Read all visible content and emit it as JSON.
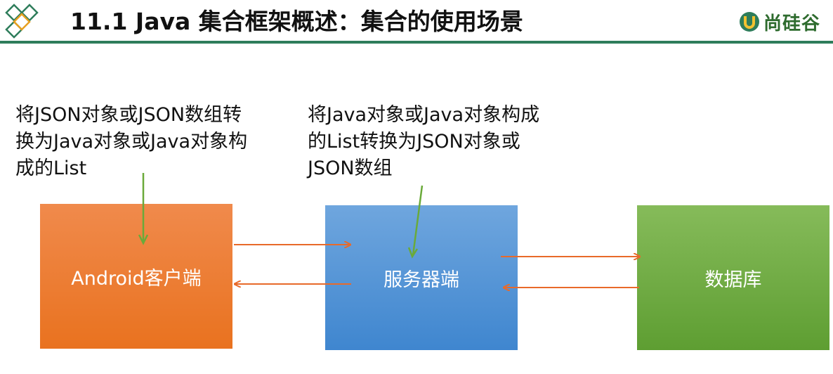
{
  "header": {
    "title": "11.1 Java 集合框架概述：集合的使用场景",
    "brand": "尚硅谷",
    "colors": {
      "accent": "#2e7d5b",
      "logo": "#2e7d5b",
      "brand_text": "#2e6b2e"
    }
  },
  "annotations": {
    "left": "将JSON对象或JSON数组转换为Java对象或Java对象构成的List",
    "mid": "将Java对象或Java对象构成的List转换为JSON对象或JSON数组"
  },
  "nodes": {
    "android": {
      "label": "Android客户端",
      "color": "#ec7a30"
    },
    "server": {
      "label": "服务器端",
      "color": "#4a8fd4"
    },
    "db": {
      "label": "数据库",
      "color": "#6ca63f"
    }
  },
  "edge_colors": {
    "data_flow": "#e86a2a",
    "annotation_pointer": "#6aaa3a"
  }
}
